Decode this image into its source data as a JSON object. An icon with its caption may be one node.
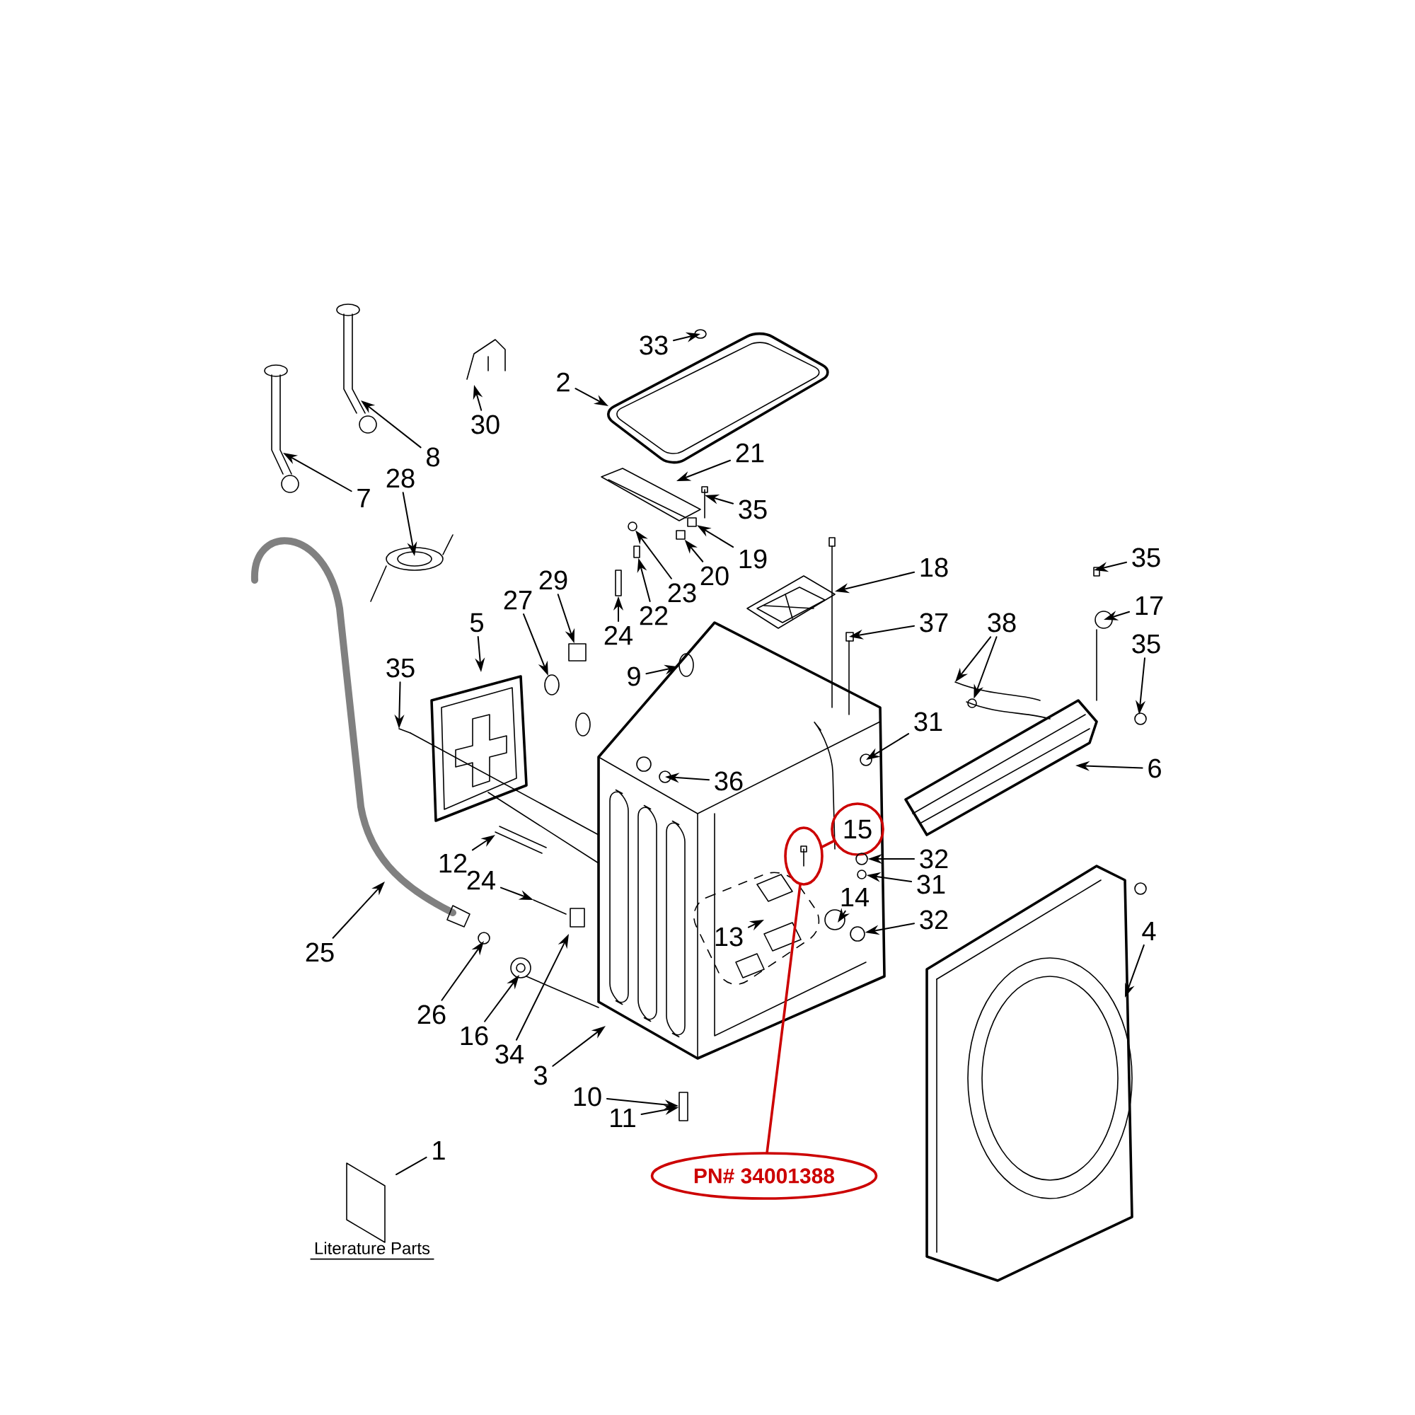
{
  "diagram": {
    "nodes": [
      {
        "text": [
          "33"
        ]
      },
      {
        "text": [
          "2"
        ]
      },
      {
        "text": [
          "30"
        ]
      },
      {
        "text": [
          "8"
        ]
      },
      {
        "text": [
          "7"
        ]
      },
      {
        "text": [
          "28"
        ]
      },
      {
        "text": [
          "21"
        ]
      },
      {
        "text": [
          "35"
        ]
      },
      {
        "text": [
          "19"
        ]
      },
      {
        "text": [
          "20"
        ]
      },
      {
        "text": [
          "23"
        ]
      },
      {
        "text": [
          "22"
        ]
      },
      {
        "text": [
          "24"
        ]
      },
      {
        "text": [
          "29"
        ]
      },
      {
        "text": [
          "27"
        ]
      },
      {
        "text": [
          "5"
        ]
      },
      {
        "text": [
          "18"
        ]
      },
      {
        "text": [
          "35"
        ]
      },
      {
        "text": [
          "17"
        ]
      },
      {
        "text": [
          "37"
        ]
      },
      {
        "text": [
          "38"
        ]
      },
      {
        "text": [
          "35"
        ]
      },
      {
        "text": [
          "9"
        ]
      },
      {
        "text": [
          "35"
        ]
      },
      {
        "text": [
          "31"
        ]
      },
      {
        "text": [
          "6"
        ]
      },
      {
        "text": [
          "36"
        ]
      },
      {
        "text": [
          "15"
        ]
      },
      {
        "text": [
          "32"
        ]
      },
      {
        "text": [
          "31"
        ]
      },
      {
        "text": [
          "14"
        ]
      },
      {
        "text": [
          "13"
        ]
      },
      {
        "text": [
          "32"
        ]
      },
      {
        "text": [
          "4"
        ]
      },
      {
        "text": [
          "12"
        ]
      },
      {
        "text": [
          "24"
        ]
      },
      {
        "text": [
          "25"
        ]
      },
      {
        "text": [
          "26"
        ]
      },
      {
        "text": [
          "16"
        ]
      },
      {
        "text": [
          "34"
        ]
      },
      {
        "text": [
          "3"
        ]
      },
      {
        "text": [
          "10"
        ]
      },
      {
        "text": [
          "11"
        ]
      },
      {
        "text": [
          "1"
        ]
      },
      {
        "text": [
          "PN# 34001388"
        ]
      },
      {
        "text": [],
        "shape": "circle"
      },
      {
        "text": [],
        "shape": "box"
      },
      {
        "text": [],
        "shape": "box"
      },
      {
        "text": [],
        "shape": "box"
      },
      {
        "text": [],
        "shape": "circle"
      },
      {
        "text": [],
        "shape": "circle"
      },
      {
        "text": [],
        "shape": "circle"
      },
      {
        "text": [],
        "shape": "circle"
      },
      {
        "text": [],
        "shape": "circle"
      },
      {
        "text": [],
        "shape": "box"
      },
      {
        "text": [],
        "shape": "box"
      },
      {
        "text": [],
        "shape": "circle"
      },
      {
        "text": [],
        "shape": "box"
      },
      {
        "text": [],
        "shape": "circle"
      }
    ],
    "edges": [
      {
        "from": 0,
        "to": null,
        "arrow": "to"
      },
      {
        "from": 1,
        "to": null,
        "arrow": "to"
      },
      {
        "from": 2,
        "to": null,
        "arrow": "to"
      },
      {
        "from": 3,
        "to": null,
        "arrow": "to"
      },
      {
        "from": 4,
        "to": null,
        "arrow": "to"
      },
      {
        "from": 5,
        "to": null,
        "arrow": "to"
      },
      {
        "from": 6,
        "to": null,
        "arrow": "to"
      },
      {
        "from": 7,
        "to": null,
        "arrow": "to"
      },
      {
        "from": 8,
        "to": 46,
        "arrow": "to"
      },
      {
        "from": 9,
        "to": 55,
        "arrow": "to"
      },
      {
        "from": 10,
        "to": 56,
        "arrow": "to"
      },
      {
        "from": 11,
        "to": 57,
        "arrow": "to"
      },
      {
        "from": 12,
        "to": 47,
        "arrow": "to"
      },
      {
        "from": 13,
        "to": 48,
        "arrow": "to"
      },
      {
        "from": 14,
        "to": 58,
        "arrow": "to"
      },
      {
        "from": 15,
        "to": null,
        "arrow": "to"
      },
      {
        "from": 16,
        "to": null,
        "arrow": "to"
      },
      {
        "from": 17,
        "to": null,
        "arrow": "to"
      },
      {
        "from": 18,
        "to": null,
        "arrow": "to"
      },
      {
        "from": 19,
        "to": null,
        "arrow": "to"
      },
      {
        "from": 20,
        "to": null,
        "arrow": "to"
      },
      {
        "from": 20,
        "to": 49,
        "arrow": "to"
      },
      {
        "from": 21,
        "to": null,
        "arrow": "to"
      },
      {
        "from": 22,
        "to": 50,
        "arrow": "to"
      },
      {
        "from": 23,
        "to": null,
        "arrow": "to"
      },
      {
        "from": 24,
        "to": null,
        "arrow": "to"
      },
      {
        "from": 25,
        "to": null,
        "arrow": "to"
      },
      {
        "from": 26,
        "to": null,
        "arrow": "to"
      },
      {
        "from": 28,
        "to": 51,
        "arrow": "to"
      },
      {
        "from": 29,
        "to": 52,
        "arrow": "to"
      },
      {
        "from": 30,
        "to": null,
        "arrow": "to"
      },
      {
        "from": 31,
        "to": null,
        "arrow": "to"
      },
      {
        "from": 32,
        "to": 53,
        "arrow": "to"
      },
      {
        "from": 33,
        "to": null,
        "arrow": "to"
      },
      {
        "from": 34,
        "to": null,
        "arrow": "to"
      },
      {
        "from": 35,
        "to": null,
        "arrow": "to"
      },
      {
        "from": 36,
        "to": null,
        "arrow": "to"
      },
      {
        "from": 37,
        "to": null,
        "arrow": "to"
      },
      {
        "from": 38,
        "to": null,
        "arrow": "to"
      },
      {
        "from": 39,
        "to": null,
        "arrow": "to"
      },
      {
        "from": 40,
        "to": null,
        "arrow": "to"
      },
      {
        "from": 41,
        "to": 54,
        "arrow": "to"
      },
      {
        "from": 42,
        "to": 54,
        "arrow": "to"
      },
      {
        "from": 43,
        "to": null,
        "arrow": "none"
      },
      {
        "from": 27,
        "to": 45,
        "arrow": "none",
        "color": "#cc0000"
      },
      {
        "from": 44,
        "to": 45,
        "arrow": "none",
        "color": "#cc0000"
      }
    ],
    "labels": [
      "Literature Parts"
    ]
  }
}
